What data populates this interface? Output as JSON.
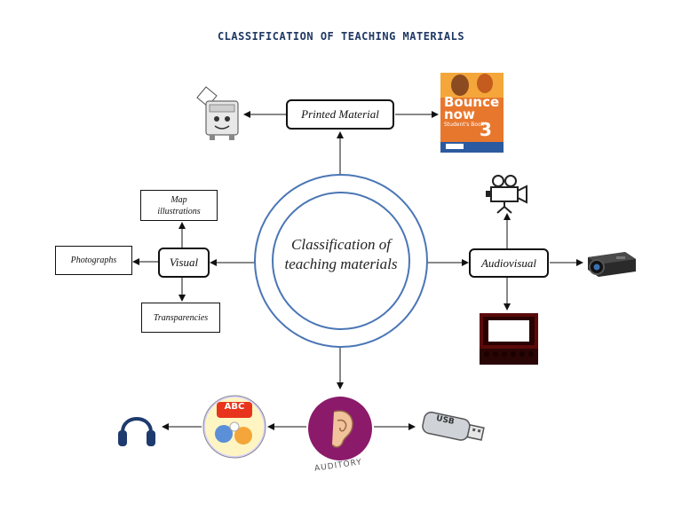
{
  "title": "CLASSIFICATION OF TEACHING MATERIALS",
  "center": {
    "line1": "Classification of",
    "line2": "teaching materials"
  },
  "nodes": {
    "printed": "Printed Material",
    "visual": "Visual",
    "audiovisual": "Audiovisual",
    "auditory": "AUDITORY"
  },
  "visual_children": {
    "map": {
      "line1": "Map",
      "line2": "illustrations"
    },
    "photographs": "Photographs",
    "transparencies": "Transparencies"
  },
  "images": {
    "book_cover_text": {
      "line1": "Bounce",
      "line2": "now",
      "line3": "3",
      "sub": "Student's Book"
    },
    "cd_text": "ABC",
    "usb_text": "USB"
  },
  "icons": [
    "printer-icon",
    "book-cover-icon",
    "video-camera-icon",
    "projector-icon",
    "cinema-screen-icon",
    "headphones-icon",
    "cd-icon",
    "ear-icon",
    "usb-drive-icon"
  ],
  "colors": {
    "ring": "#4a76b5",
    "title": "#1f3864",
    "ear_circle": "#8b1a6b",
    "book_orange": "#e8772e"
  }
}
